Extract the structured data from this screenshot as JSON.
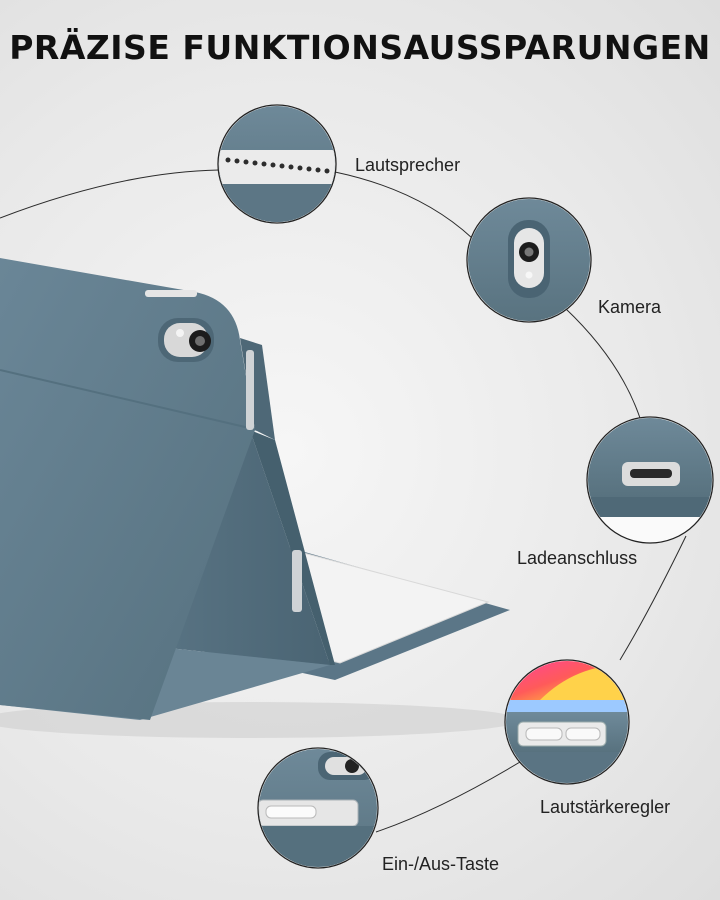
{
  "headline": "PRÄZISE FUNKTIONSAUSSPARUNGEN",
  "callouts": [
    {
      "label": "Lautsprecher",
      "icon": "speaker-cutout-zoom"
    },
    {
      "label": "Kamera",
      "icon": "camera-cutout-zoom"
    },
    {
      "label": "Ladeanschluss",
      "icon": "charging-port-zoom"
    },
    {
      "label": "Lautstärkeregler",
      "icon": "volume-buttons-zoom"
    },
    {
      "label": "Ein-/Aus-Taste",
      "icon": "power-button-zoom"
    }
  ],
  "colors": {
    "case": "#5f7b8c",
    "case_dark": "#4b6575",
    "case_light": "#7892a2",
    "keyboard": "#f4f4f4",
    "background": "#ececec"
  }
}
